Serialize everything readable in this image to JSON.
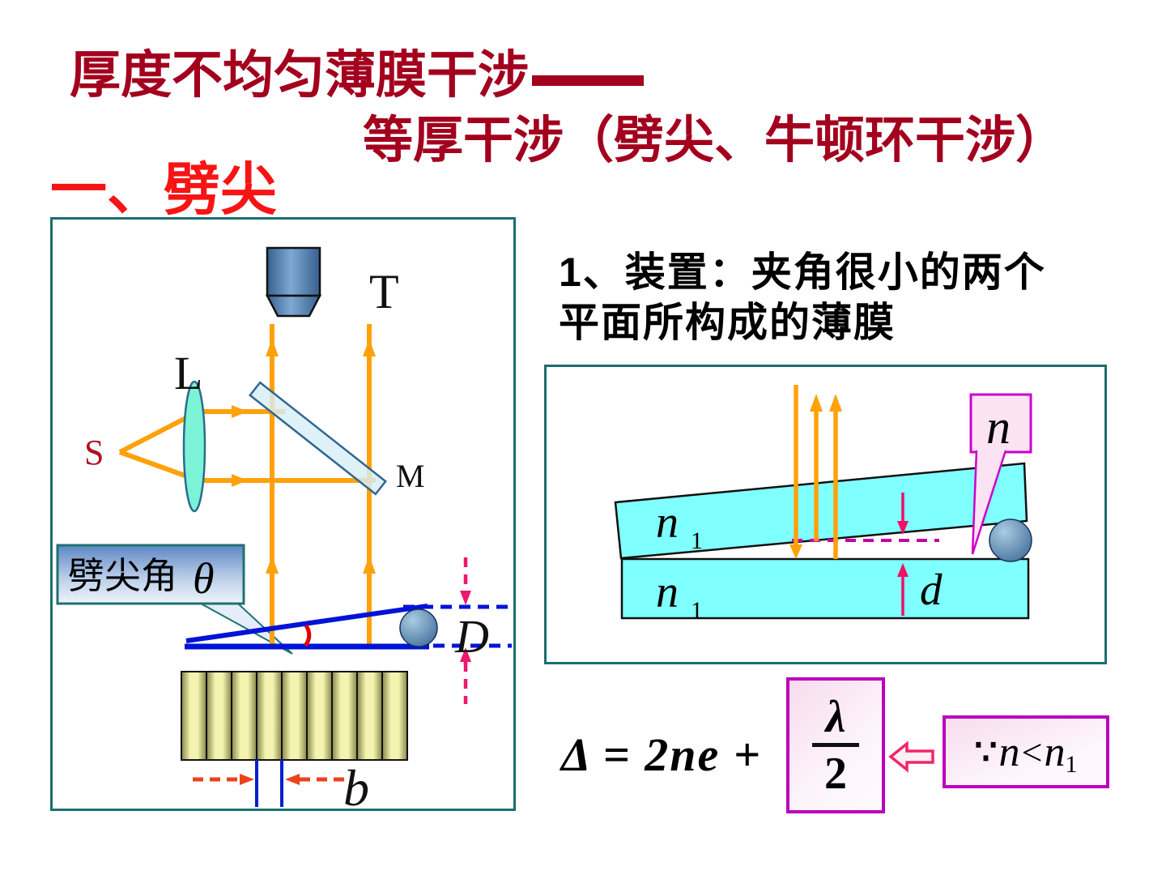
{
  "title": {
    "line1": "厚度不均匀薄膜干涉",
    "dash": "——",
    "line2": "等厚干涉（劈尖、牛顿环干涉）"
  },
  "section_heading": "一、劈尖",
  "description": {
    "line1": "1、装置：夹角很小的两个",
    "line2": "平面所构成的薄膜"
  },
  "apparatus": {
    "telescope_label": "T",
    "lens_label": "L",
    "source_label": "S",
    "beamsplitter_label": "M",
    "wedge_angle_label": "劈尖角",
    "wedge_angle_symbol": "θ",
    "ball_diameter_label": "D",
    "fringe_spacing_label": "b"
  },
  "film_diagram": {
    "plate_top_label": {
      "base": "n",
      "sub": "1"
    },
    "plate_bottom_label": {
      "base": "n",
      "sub": "1"
    },
    "film_index_label": "n",
    "thickness_label": "d"
  },
  "formula": {
    "expression": "Δ = 2ne +",
    "fraction": {
      "numerator": "λ",
      "denominator": "2"
    },
    "because_symbol": "∵",
    "n": "n",
    "less_than": "<",
    "n1": {
      "base": "n",
      "sub": "1"
    }
  },
  "colors": {
    "title_dark_red": "#A3001E",
    "section_red": "#F71414",
    "panel_border_teal": "#1B6E6E",
    "ray_orange": "#FFA10A",
    "wedge_blue": "#0013D6",
    "glass_cyan": "#80FFFF",
    "lens_aqua": "#7CF3D6",
    "accent_pink": "#EE1166",
    "box_magenta": "#BB00BB",
    "fringe_yellow": "#F4F4B0"
  }
}
